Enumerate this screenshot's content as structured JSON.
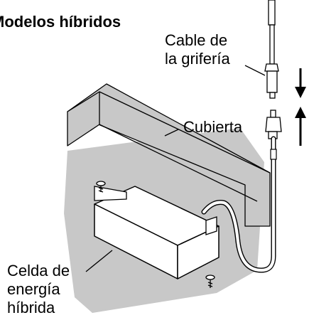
{
  "title": "Modelos híbridos",
  "labels": {
    "cable_line1": "Cable de",
    "cable_line2": "la grifería",
    "cubierta": "Cubierta",
    "celda_line1": "Celda de",
    "celda_line2": "energía",
    "celda_line3": "híbrida"
  },
  "colors": {
    "shadow": "#c8c8c8",
    "line": "#000000",
    "background": "#ffffff"
  }
}
